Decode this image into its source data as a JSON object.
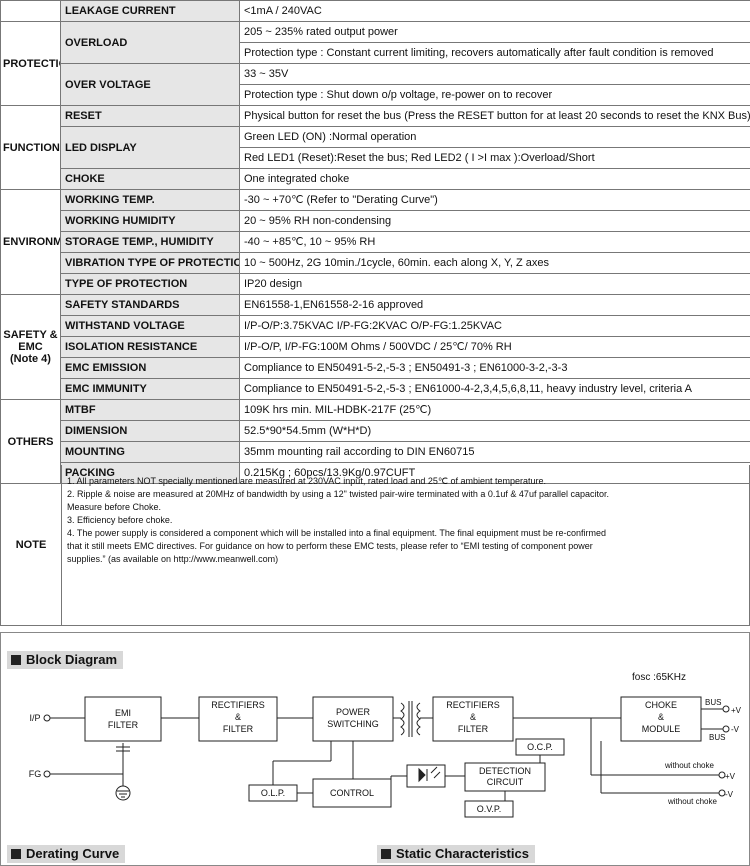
{
  "spec": {
    "leakage_item": "LEAKAGE CURRENT",
    "leakage_value": "<1mA / 240VAC",
    "groups": [
      {
        "cat": "PROTECTION",
        "rows": [
          {
            "item": "OVERLOAD",
            "values": [
              "205 ~ 235% rated output power",
              "Protection type : Constant current limiting, recovers automatically after fault condition is removed"
            ]
          },
          {
            "item": "OVER VOLTAGE",
            "values": [
              "33 ~ 35V",
              "Protection type : Shut down o/p voltage, re-power on to recover"
            ]
          }
        ]
      },
      {
        "cat": "FUNCTION",
        "rows": [
          {
            "item": "RESET",
            "values": [
              "Physical button for reset the bus (Press the RESET button for at least 20 seconds to reset the KNX Bus)"
            ]
          },
          {
            "item": "LED DISPLAY",
            "values": [
              "Green LED (ON) :Normal operation",
              "Red LED1 (Reset):Reset the bus; Red LED2 ( I >I max ):Overload/Short"
            ]
          },
          {
            "item": "CHOKE",
            "values": [
              "One integrated choke"
            ]
          }
        ]
      },
      {
        "cat": "ENVIRONMENT",
        "rows": [
          {
            "item": "WORKING TEMP.",
            "values": [
              "-30 ~ +70℃ (Refer to \"Derating Curve\")"
            ]
          },
          {
            "item": "WORKING HUMIDITY",
            "values": [
              "20 ~ 95% RH non-condensing"
            ]
          },
          {
            "item": "STORAGE TEMP., HUMIDITY",
            "values": [
              "-40 ~ +85℃, 10 ~ 95% RH"
            ]
          },
          {
            "item": "VIBRATION TYPE OF PROTECTION",
            "values": [
              "10 ~ 500Hz, 2G 10min./1cycle, 60min. each along X, Y, Z axes"
            ]
          },
          {
            "item": "TYPE OF PROTECTION",
            "values": [
              "IP20 design"
            ]
          }
        ]
      },
      {
        "cat": "SAFETY & EMC (Note 4)",
        "rows": [
          {
            "item": "SAFETY STANDARDS",
            "values": [
              "EN61558-1,EN61558-2-16 approved"
            ]
          },
          {
            "item": "WITHSTAND VOLTAGE",
            "values": [
              "I/P-O/P:3.75KVAC     I/P-FG:2KVAC     O/P-FG:1.25KVAC"
            ]
          },
          {
            "item": "ISOLATION RESISTANCE",
            "values": [
              "I/P-O/P, I/P-FG:100M Ohms / 500VDC / 25℃/ 70% RH"
            ]
          },
          {
            "item": "EMC EMISSION",
            "values": [
              "Compliance to EN50491-5-2,-5-3 ; EN50491-3 ; EN61000-3-2,-3-3"
            ]
          },
          {
            "item": "EMC IMMUNITY",
            "values": [
              "Compliance to EN50491-5-2,-5-3 ; EN61000-4-2,3,4,5,6,8,11,  heavy industry level, criteria A"
            ]
          }
        ]
      },
      {
        "cat": "OTHERS",
        "rows": [
          {
            "item": "MTBF",
            "values": [
              "109K hrs min.     MIL-HDBK-217F (25℃)"
            ]
          },
          {
            "item": "DIMENSION",
            "values": [
              "52.5*90*54.5mm (W*H*D)"
            ]
          },
          {
            "item": "MOUNTING",
            "values": [
              "35mm mounting rail according to DIN EN60715"
            ]
          },
          {
            "item": "PACKING",
            "values": [
              "0.215Kg ; 60pcs/13.9Kg/0.97CUFT"
            ]
          }
        ]
      }
    ]
  },
  "note": {
    "label": "NOTE",
    "lines": [
      "1. All parameters NOT specially mentioned are measured at 230VAC input, rated load and 25℃ of ambient temperature.",
      "2. Ripple & noise are measured at 20MHz of bandwidth by using a 12\" twisted pair-wire terminated with a 0.1uf & 47uf parallel capacitor.",
      "    Measure before Choke.",
      "3. Efficiency before choke.",
      "4. The power supply is considered a component which will be installed into a final equipment. The final equipment must be re-confirmed",
      "    that it still meets EMC directives.  For guidance on how to perform these EMC tests, please refer to “EMI testing of component power",
      "    supplies.” (as available on http://www.meanwell.com)"
    ]
  },
  "block_diagram": {
    "title": "Block Diagram",
    "fosc": "fosc :65KHz",
    "ip": "I/P",
    "fg": "FG",
    "emi1": "EMI",
    "emi2": "FILTER",
    "rect1_1": "RECTIFIERS",
    "rect1_2": "&",
    "rect1_3": "FILTER",
    "pow1": "POWER",
    "pow2": "SWITCHING",
    "rect2_1": "RECTIFIERS",
    "rect2_2": "&",
    "rect2_3": "FILTER",
    "choke1": "CHOKE",
    "choke2": "&",
    "choke3": "MODULE",
    "ocp": "O.C.P.",
    "det1": "DETECTION",
    "det2": "CIRCUIT",
    "ovp": "O.V.P.",
    "olp": "O.L.P.",
    "control": "CONTROL",
    "bus_top": "BUS",
    "bus_bot": "BUS",
    "vplus1": "+V",
    "vminus1": "-V",
    "without_choke1": "without choke",
    "vplus2": "+V",
    "vminus2": "-V",
    "without_choke2": "without choke"
  },
  "derating": {
    "title": "Derating Curve"
  },
  "static": {
    "title": "Static Characteristics"
  }
}
